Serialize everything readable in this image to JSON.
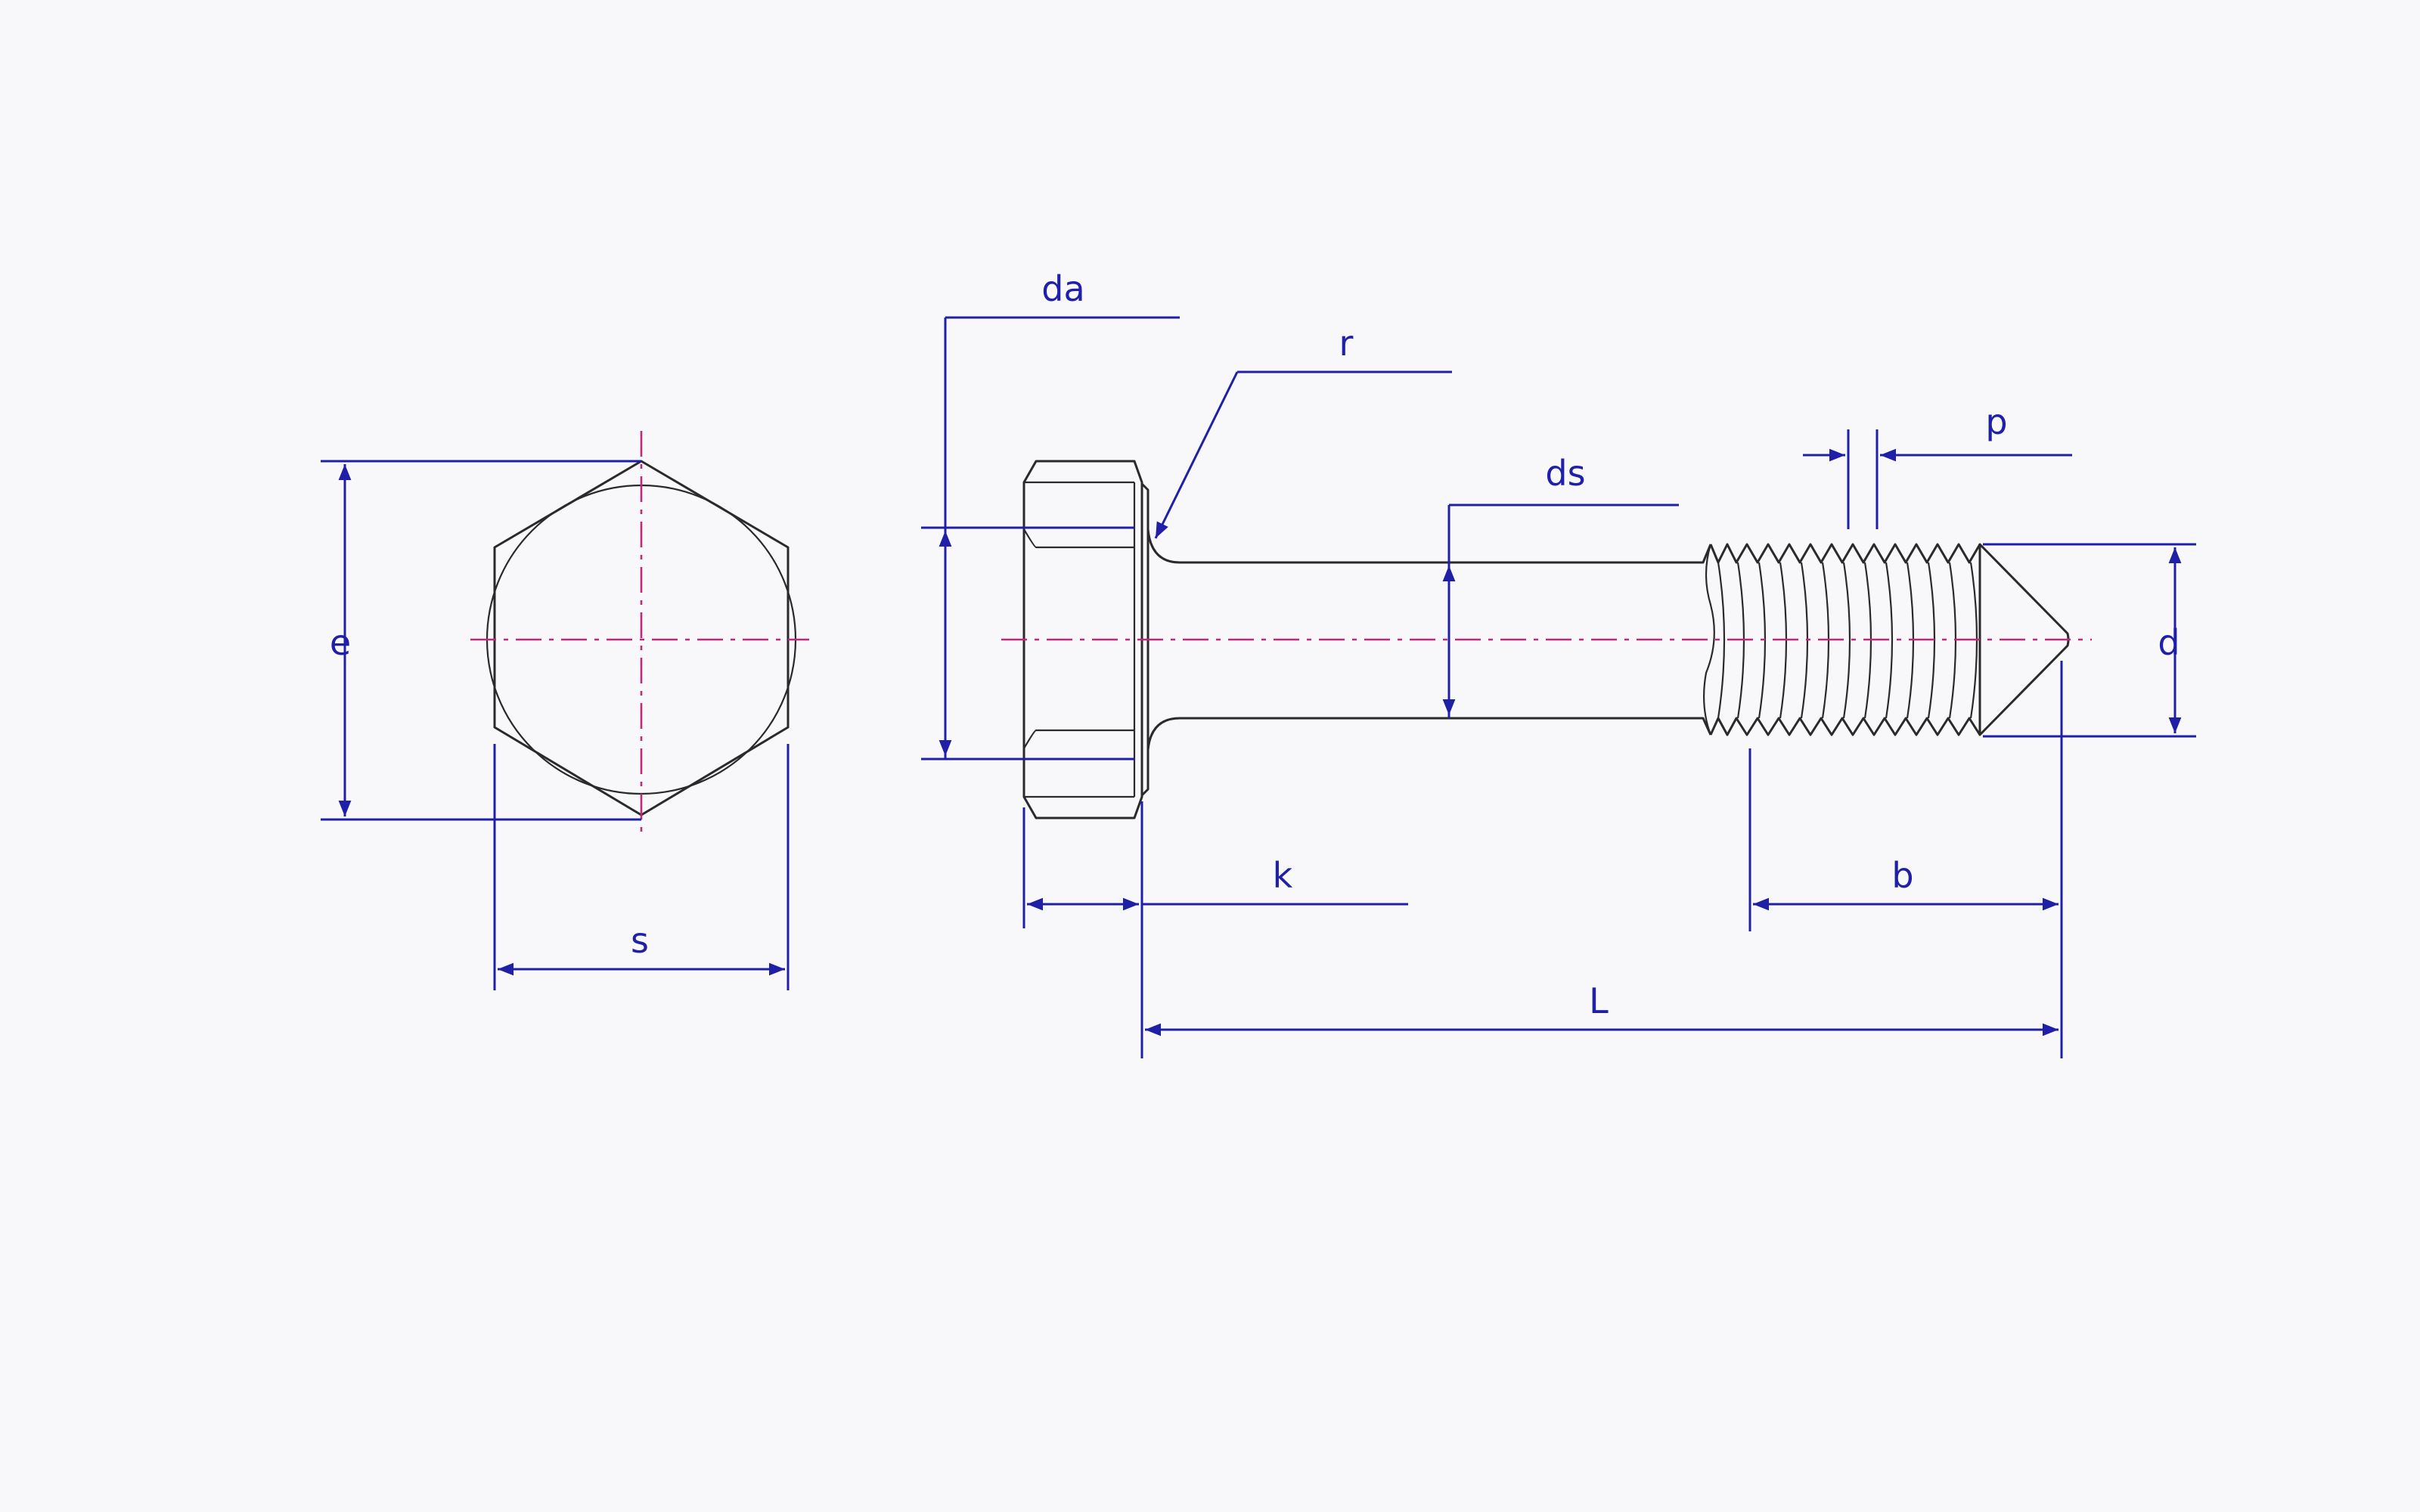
{
  "diagram": {
    "colors": {
      "outline": "#2a2a2a",
      "dimension": "#1f1fa8",
      "centerline": "#c0287a",
      "background": "#f8f8fa"
    },
    "labels": {
      "e": "e",
      "s": "s",
      "da": "da",
      "r": "r",
      "ds": "ds",
      "p": "p",
      "d": "d",
      "k": "k",
      "b": "b",
      "L": "L"
    }
  }
}
